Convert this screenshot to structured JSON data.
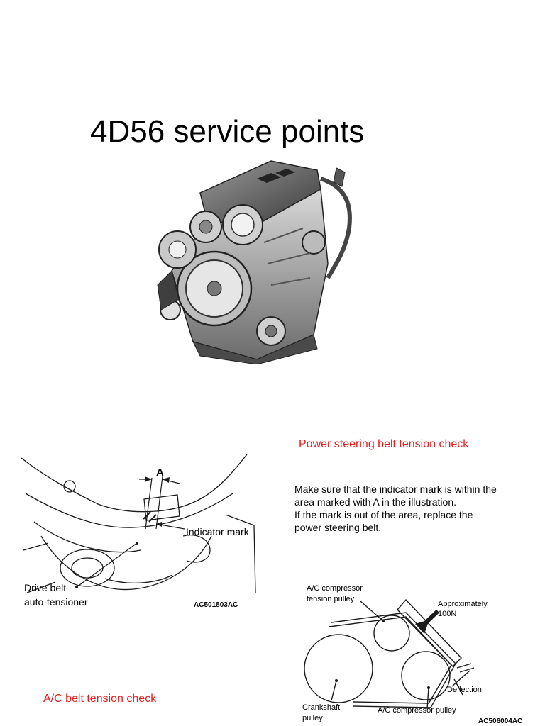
{
  "slide": {
    "title": "4D56 service points",
    "power_steering_heading": "Power steering belt tension check",
    "ac_heading": "A/C  belt tension check",
    "instructions": [
      "Make sure that the indicator mark is within the",
      "area marked with A in the illustration.",
      "If the mark is out of the area, replace the",
      "power steering belt."
    ]
  },
  "figure1": {
    "label_a": "A",
    "indicator_mark": "Indicator mark",
    "drive_belt_line1": "Drive belt",
    "drive_belt_line2": "auto-tensioner",
    "code": "AC501803AC"
  },
  "figure2": {
    "tension_pulley_line1": "A/C compressor",
    "tension_pulley_line2": "tension pulley",
    "force_line1": "Approximately",
    "force_line2": "100N",
    "deflection": "Deflection",
    "crankshaft_line1": "Crankshaft",
    "crankshaft_line2": "pulley",
    "ac_pulley": "A/C compressor pulley",
    "code": "AC506004AC"
  },
  "colors": {
    "heading_red": "#e02020",
    "line_art": "#1a1a1a"
  },
  "icons": {
    "engine_illustration": "engine-illustration"
  }
}
